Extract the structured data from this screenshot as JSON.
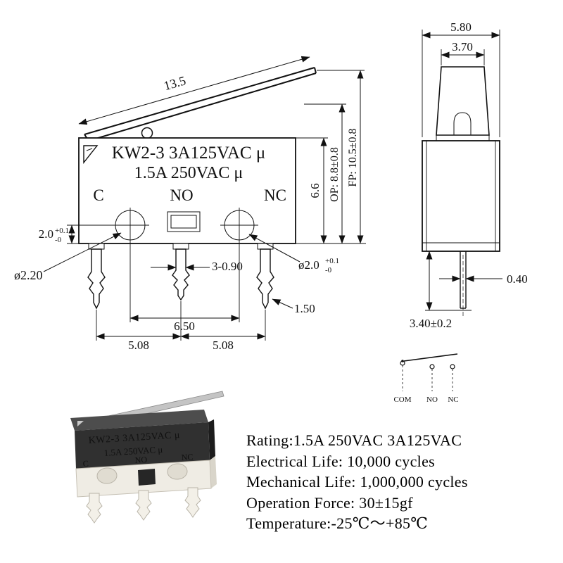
{
  "side_view": {
    "label_line1": "KW2-3 3A125VAC μ",
    "label_line2": "1.5A 250VAC μ",
    "terminal_c": "C",
    "terminal_no": "NO",
    "terminal_nc": "NC",
    "dim_lever": "13.5",
    "dim_hole_offset": "2.0",
    "dim_hole_offset_tol_plus": "+0.1",
    "dim_hole_offset_tol_minus": "-0",
    "dim_hole_left_dia": "ø2.20",
    "dim_pin_width": "3-0.90",
    "dim_hole_right_dia": "ø2.0",
    "dim_hole_right_tol_plus": "+0.1",
    "dim_hole_right_tol_minus": "-0",
    "dim_pin_tip": "1.50",
    "dim_hole_pitch": "6.50",
    "dim_pin_pitch_left": "5.08",
    "dim_pin_pitch_right": "5.08",
    "dim_body_height": "6.6",
    "dim_op": "OP: 8.8±0.8",
    "dim_fp": "FP: 10.5±0.8"
  },
  "front_view": {
    "dim_width": "5.80",
    "dim_button_width": "3.70",
    "dim_pin_thickness": "0.40",
    "dim_pin_length": "3.40±0.2"
  },
  "circuit": {
    "label_com": "COM",
    "label_no": "NO",
    "label_nc": "NC"
  },
  "photo": {
    "label_line1": "KW2-3 3A125VAC μ",
    "label_line2": "1.5A 250VAC μ",
    "terminal_c": "C",
    "terminal_no": "NO",
    "terminal_nc": "NC"
  },
  "specs": {
    "line1": "Rating:1.5A 250VAC 3A125VAC",
    "line2": "Electrical Life: 10,000 cycles",
    "line3": "Mechanical Life: 1,000,000 cycles",
    "line4": "Operation Force: 30±15gf",
    "line5": "Temperature:-25℃～+85℃"
  },
  "colors": {
    "line": "#111111",
    "photo_body": "#303030",
    "photo_body_top": "#4d4d4d",
    "photo_base": "#efece4",
    "photo_lever": "#c4c4c4"
  }
}
